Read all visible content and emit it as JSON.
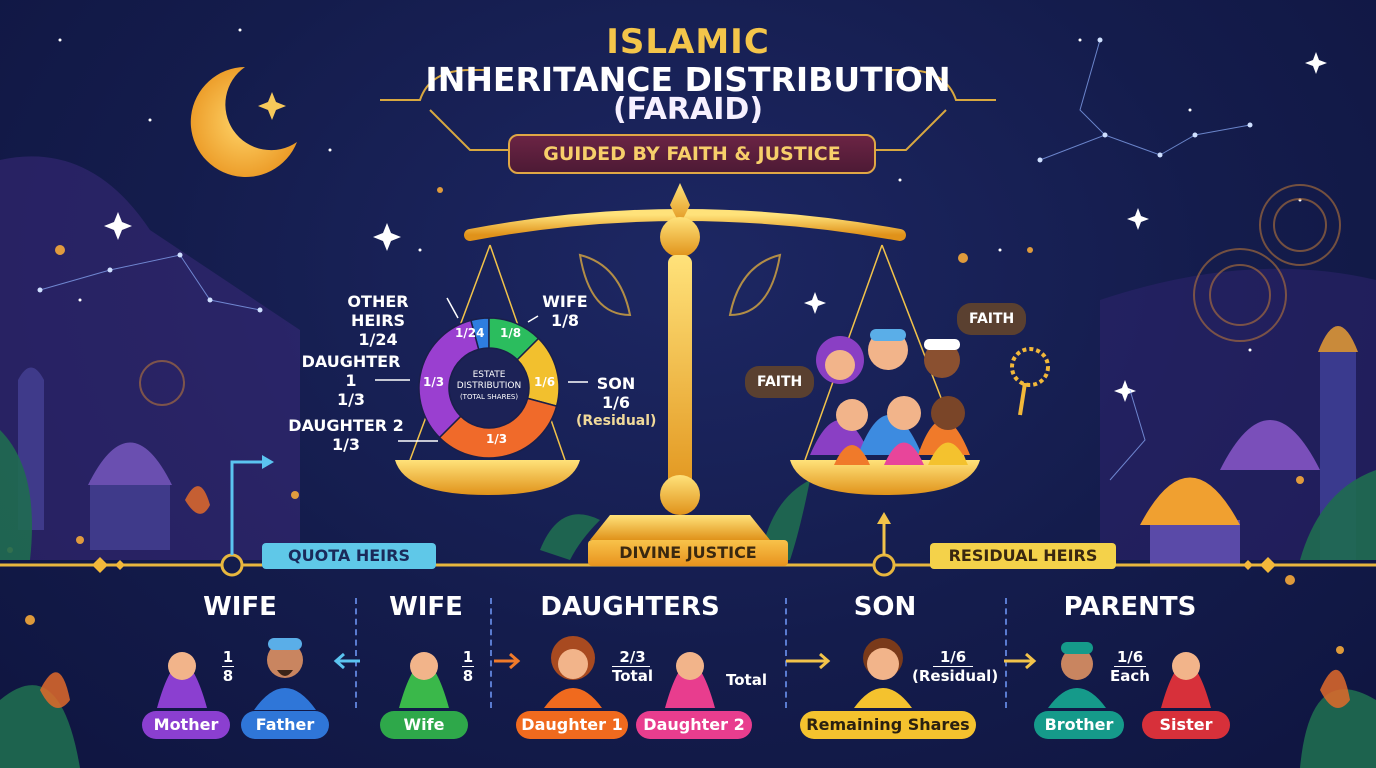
{
  "header": {
    "title_line1": "ISLAMIC",
    "title_line2": "INHERITANCE DISTRIBUTION",
    "title_line3": "(FARAID)",
    "subtitle": "GUIDED BY FAITH & JUSTICE"
  },
  "donut": {
    "center_line1": "ESTATE",
    "center_line2": "DISTRIBUTION",
    "center_line3": "(TOTAL SHARES)",
    "segments": [
      {
        "label": "1/24",
        "color": "#2e7de0"
      },
      {
        "label": "1/8",
        "color": "#2bbd5e"
      },
      {
        "label": "1/6",
        "color": "#f2c02e"
      },
      {
        "label": "1/3",
        "color": "#f06a2a"
      },
      {
        "label": "1/3",
        "color": "#9a3fd0"
      }
    ],
    "callouts": {
      "other_heirs_name": "OTHER HEIRS",
      "other_heirs_share": "1/24",
      "wife_name": "WIFE",
      "wife_share": "1/8",
      "daughter1_name": "DAUGHTER 1",
      "daughter1_share": "1/3",
      "daughter2_name": "DAUGHTER 2",
      "daughter2_share": "1/3",
      "son_name": "SON",
      "son_share": "1/6",
      "son_note": "(Residual)"
    }
  },
  "bubbles": {
    "faith_right": "FAITH",
    "faith_left": "FAITH"
  },
  "banners": {
    "quota": "QUOTA HEIRS",
    "divine": "DIVINE JUSTICE",
    "residual": "RESIDUAL HEIRS"
  },
  "groups": {
    "wife_a": {
      "title": "WIFE",
      "frac_top": "1",
      "frac_bottom": "8",
      "pill1": "Mother",
      "pill2": "Father"
    },
    "wife_b": {
      "title": "WIFE",
      "frac_top": "1",
      "frac_bottom": "8",
      "pill": "Wife"
    },
    "daughters": {
      "title": "DAUGHTERS",
      "frac_top": "2/3",
      "frac_bottom": "Total",
      "side_label": "Total",
      "pill1": "Daughter 1",
      "pill2": "Daughter 2"
    },
    "son": {
      "title": "SON",
      "frac_top": "1/6",
      "frac_bottom": "(Residual)",
      "pill": "Remaining Shares"
    },
    "parents": {
      "title": "PARENTS",
      "frac_top": "1/6",
      "frac_bottom": "Each",
      "pill1": "Brother",
      "pill2": "Sister"
    }
  },
  "colors": {
    "gold": "#f4c54a",
    "purple": "#8b3fd0",
    "blue": "#2f76d8",
    "green": "#2ea84a",
    "orange": "#f06a1e",
    "pink": "#e83d8e",
    "yellow": "#f4c22e",
    "teal": "#159a8a",
    "red": "#d7303a"
  }
}
